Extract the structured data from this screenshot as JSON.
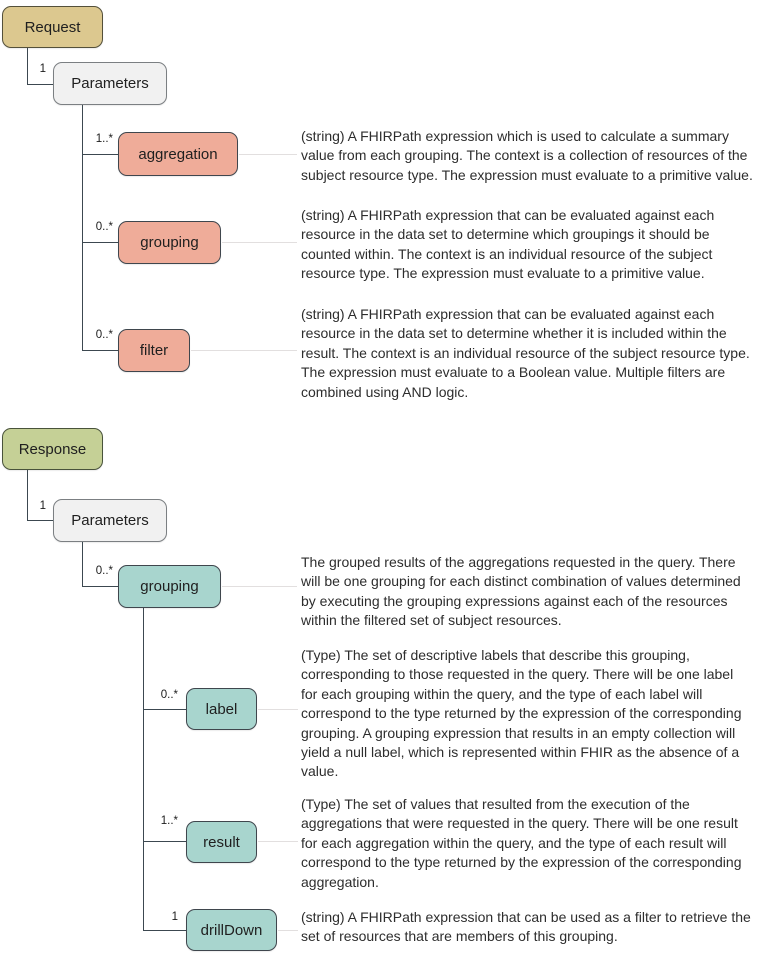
{
  "request": {
    "root_label": "Request",
    "parameters_label": "Parameters",
    "parameters_cardinality": "1",
    "fields": [
      {
        "cardinality": "1..*",
        "name": "aggregation",
        "description": "(string) A FHIRPath expression which is used to calculate a summary\nvalue from each grouping. The context is a collection of resources of the\nsubject resource type. The expression must evaluate to a primitive value."
      },
      {
        "cardinality": "0..*",
        "name": "grouping",
        "description": "(string) A FHIRPath expression that can be evaluated against each\nresource in the data set to determine which groupings it should be\ncounted within. The context is an individual resource of the subject\nresource type. The expression must evaluate to a primitive value."
      },
      {
        "cardinality": "0..*",
        "name": "filter",
        "description": "(string) A FHIRPath expression that can be evaluated against each\nresource in the data set to determine whether it is included within the\nresult. The context is an individual resource of the subject resource type.\nThe expression must evaluate to a Boolean value. Multiple filters are\ncombined using AND logic."
      }
    ]
  },
  "response": {
    "root_label": "Response",
    "parameters_label": "Parameters",
    "parameters_cardinality": "1",
    "grouping": {
      "cardinality": "0..*",
      "name": "grouping",
      "description": "The grouped results of the aggregations requested in the query. There\nwill be one grouping for each distinct combination of values determined\nby executing the grouping expressions against each of the resources\nwithin the filtered set of subject resources."
    },
    "fields": [
      {
        "cardinality": "0..*",
        "name": "label",
        "description": "(Type) The set of descriptive labels that describe this grouping,\ncorresponding to those requested in the query. There will be one label\nfor each grouping within the query, and the type of each label will\ncorrespond to the type returned by the expression of the corresponding\ngrouping. A grouping expression that results in an empty collection will\nyield a null label, which is represented within FHIR as the absence of a\nvalue."
      },
      {
        "cardinality": "1..*",
        "name": "result",
        "description": "(Type) The set of values that resulted from the execution of the\naggregations that were requested in the query. There will be one result\nfor each aggregation within the query, and the type of each result will\ncorrespond to the type returned by the expression of the corresponding\naggregation."
      },
      {
        "cardinality": "1",
        "name": "drillDown",
        "description": "(string) A FHIRPath expression that can be used as a filter to retrieve the\nset of resources that are members of this grouping."
      }
    ]
  },
  "colors": {
    "request_root_fill": "#dcc88f",
    "response_root_fill": "#c5d096",
    "parameters_fill": "#f1f1f1",
    "request_field_fill": "#efac99",
    "response_field_fill": "#a8d5ce",
    "tree_line": "#3c4850",
    "connector_line": "#e2dfdf"
  }
}
